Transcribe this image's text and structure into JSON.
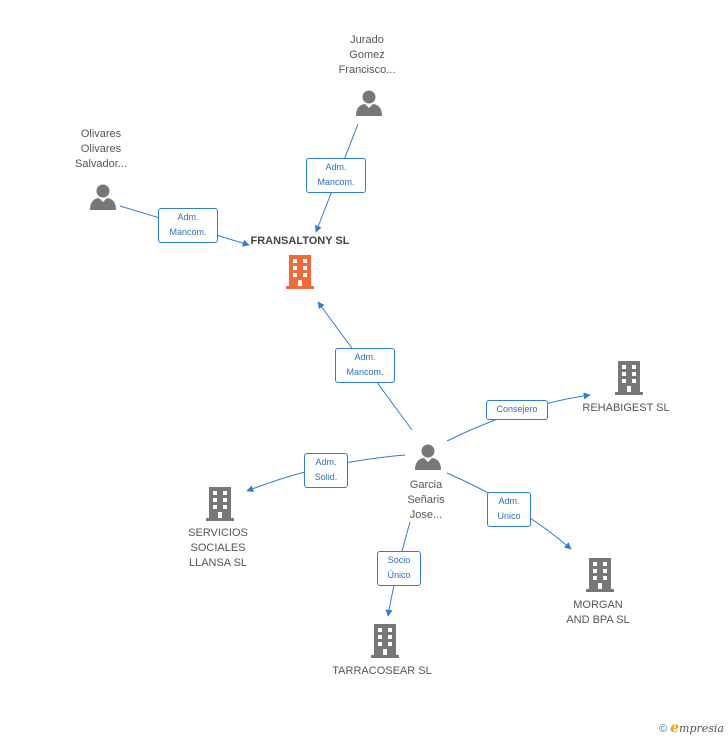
{
  "colors": {
    "edge": "#2f7dd3",
    "company": "#777777",
    "focus_company": "#f06a3a",
    "person": "#777777"
  },
  "nodes": {
    "center": {
      "label": "FRANSALTONY SL",
      "icon": "building-icon"
    },
    "jurado": {
      "label": "Jurado\nGomez\nFrancisco...",
      "icon": "person-icon"
    },
    "olivares": {
      "label": "Olivares\nOlivares\nSalvador...",
      "icon": "person-icon"
    },
    "garcia": {
      "label": "Garcia\nSeñaris\nJose...",
      "icon": "person-icon"
    },
    "rehabigest": {
      "label": "REHABIGEST SL",
      "icon": "building-icon"
    },
    "servicios": {
      "label": "SERVICIOS\nSOCIALES\nLLANSA SL",
      "icon": "building-icon"
    },
    "morgan": {
      "label": "MORGAN\nAND BPA SL",
      "icon": "building-icon"
    },
    "tarracosear": {
      "label": "TARRACOSEAR SL",
      "icon": "building-icon"
    }
  },
  "edges": {
    "jurado_center": "Adm.\nMancom.",
    "olivares_center": "Adm.\nMancom.",
    "garcia_center": "Adm.\nMancom.",
    "garcia_rehabigest": "Consejero",
    "garcia_servicios": "Adm.\nSolid.",
    "garcia_morgan": "Adm.\nUnico",
    "garcia_tarracosear": "Socio\nÚnico"
  },
  "footer": {
    "copyright": "©",
    "brand_initial": "e",
    "brand_rest": "mpresia"
  }
}
